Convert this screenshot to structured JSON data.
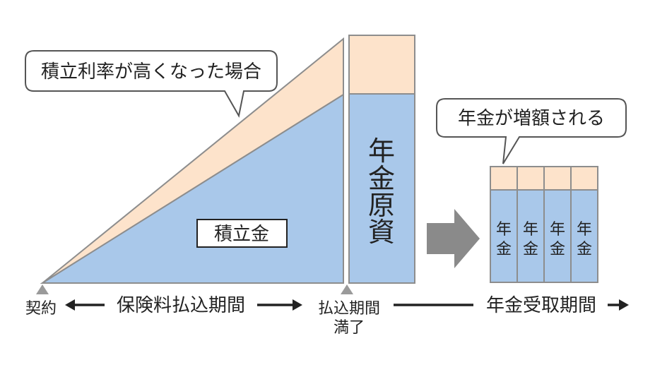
{
  "callouts": {
    "high_rate": "積立利率が高くなった場合",
    "increase": "年金が増額される"
  },
  "blocks": {
    "savings": "積立金",
    "pension_principal": [
      "年",
      "金",
      "原",
      "資"
    ],
    "pension_unit": [
      "年",
      "金"
    ]
  },
  "timeline": {
    "contract": "契約",
    "payment_period": "保険料払込期間",
    "payment_end": [
      "払込期間",
      "満了"
    ],
    "receipt_period": "年金受取期間"
  },
  "colors": {
    "blue_fill": "#a9c8ea",
    "peach_fill": "#fde3cb",
    "outline": "#8d8d8d",
    "arrow_gray": "#8a8a8a",
    "marker": "#9a9a9a",
    "text": "#222222"
  }
}
